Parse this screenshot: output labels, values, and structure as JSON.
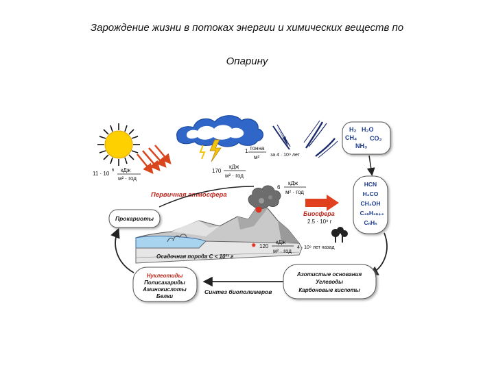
{
  "title": {
    "line1": "Зарождение жизни в потоках энергии и химических веществ по",
    "line2": "Опарину"
  },
  "labels": {
    "sun_value": "11 · 10",
    "sun_exp": "6",
    "sun_unit_num": "кДж",
    "sun_unit_den": "м² · год",
    "lightning_num": "1",
    "lightning_unit_num": "тонна",
    "lightning_unit_den": "м²",
    "lightning_period": "за 4 · 10⁹ лет",
    "lightning2_value": "170",
    "lightning2_unit_num": "кДж",
    "lightning2_unit_den": "м² · год",
    "volcano_value": "6",
    "volcano_unit_num": "кДж",
    "volcano_unit_den": "м² · год",
    "atmosphere": "Первичная атмосфера",
    "biosphere": "Биосфера",
    "biosphere_age": "2.5 · 10⁹ г",
    "prokaryotes": "Прокариоты",
    "sediment": "Осадочная порода С < 10²³ г",
    "radio_value": "120",
    "radio_unit_num": "кДж",
    "radio_unit_den": "м² · год",
    "radio_period": "4 · 10⁹ лет назад",
    "synthesis": "Синтез биополимеров"
  },
  "gas_box": {
    "line1a": "H₂",
    "line1b": "H₂O",
    "line2a": "CH₄",
    "line2b": "CO₂",
    "line3": "NH₃"
  },
  "organic_box": {
    "items": [
      "HCN",
      "H₂CO",
      "CH₃OH",
      "C₂ₙH₂ₙ₊₂",
      "CₙHₙ"
    ]
  },
  "bases_box": {
    "items": [
      "Азотистые основания",
      "Углеводы",
      "Карбоновые кислоты"
    ]
  },
  "biopolymers_box": {
    "items": [
      "Нуклеотиды",
      "Полисахариды",
      "Аминокислоты",
      "Белки"
    ]
  },
  "colors": {
    "sun": "#ffd000",
    "sun_rays": "#111111",
    "energy_arrows": "#d9461d",
    "cloud": "#2f66c7",
    "lightning": "#f1c40f",
    "volcano_red": "#e0301e",
    "bio_arrow": "#e0401e",
    "title_red": "#c0271d",
    "water": "#a9d4f0"
  }
}
